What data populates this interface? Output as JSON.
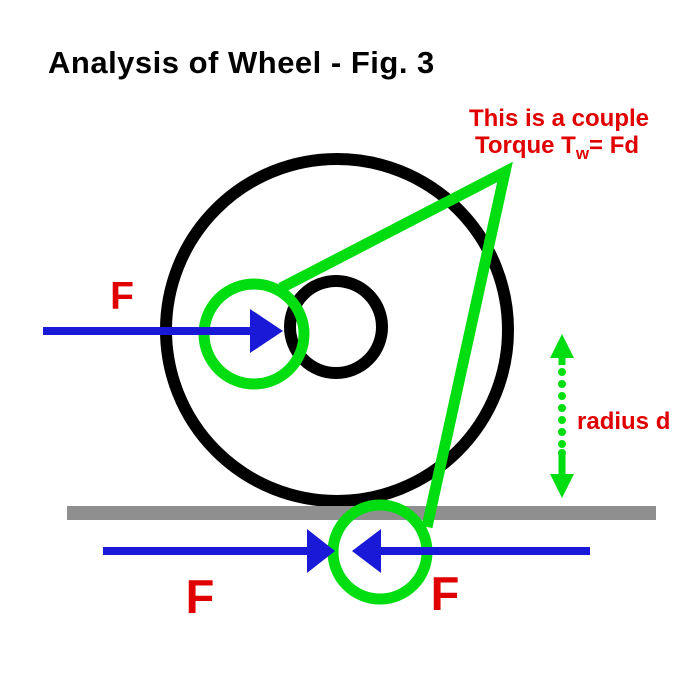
{
  "title": "Analysis of Wheel - Fig. 3",
  "annotation": {
    "line1": "This is a couple",
    "line2_prefix": "Torque T",
    "line2_subscript": "w",
    "line2_suffix": "= Fd"
  },
  "labels": {
    "force_top": "F",
    "force_bottom_left": "F",
    "force_bottom_right": "F",
    "radius": "radius d"
  },
  "colors": {
    "text_black": "#000000",
    "annotation_red": "#e10000",
    "force_blue": "#1919d7",
    "highlight_green": "#00dd11",
    "ground_gray": "#8f8f8f",
    "background": "#ffffff"
  }
}
